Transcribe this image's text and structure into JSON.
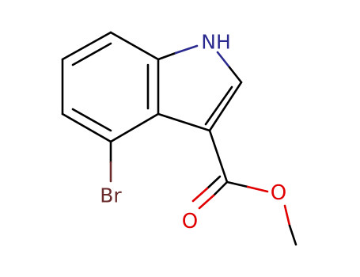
{
  "molecule": {
    "atoms": {
      "nitrogen": "NH",
      "bromine": "Br",
      "carbonyl_oxygen": "O",
      "ester_oxygen": "O"
    }
  },
  "colors": {
    "bond": "#000000",
    "nitrogen": "#2b2b8f",
    "bromine": "#6b2b2b",
    "oxygen": "#e00000"
  }
}
